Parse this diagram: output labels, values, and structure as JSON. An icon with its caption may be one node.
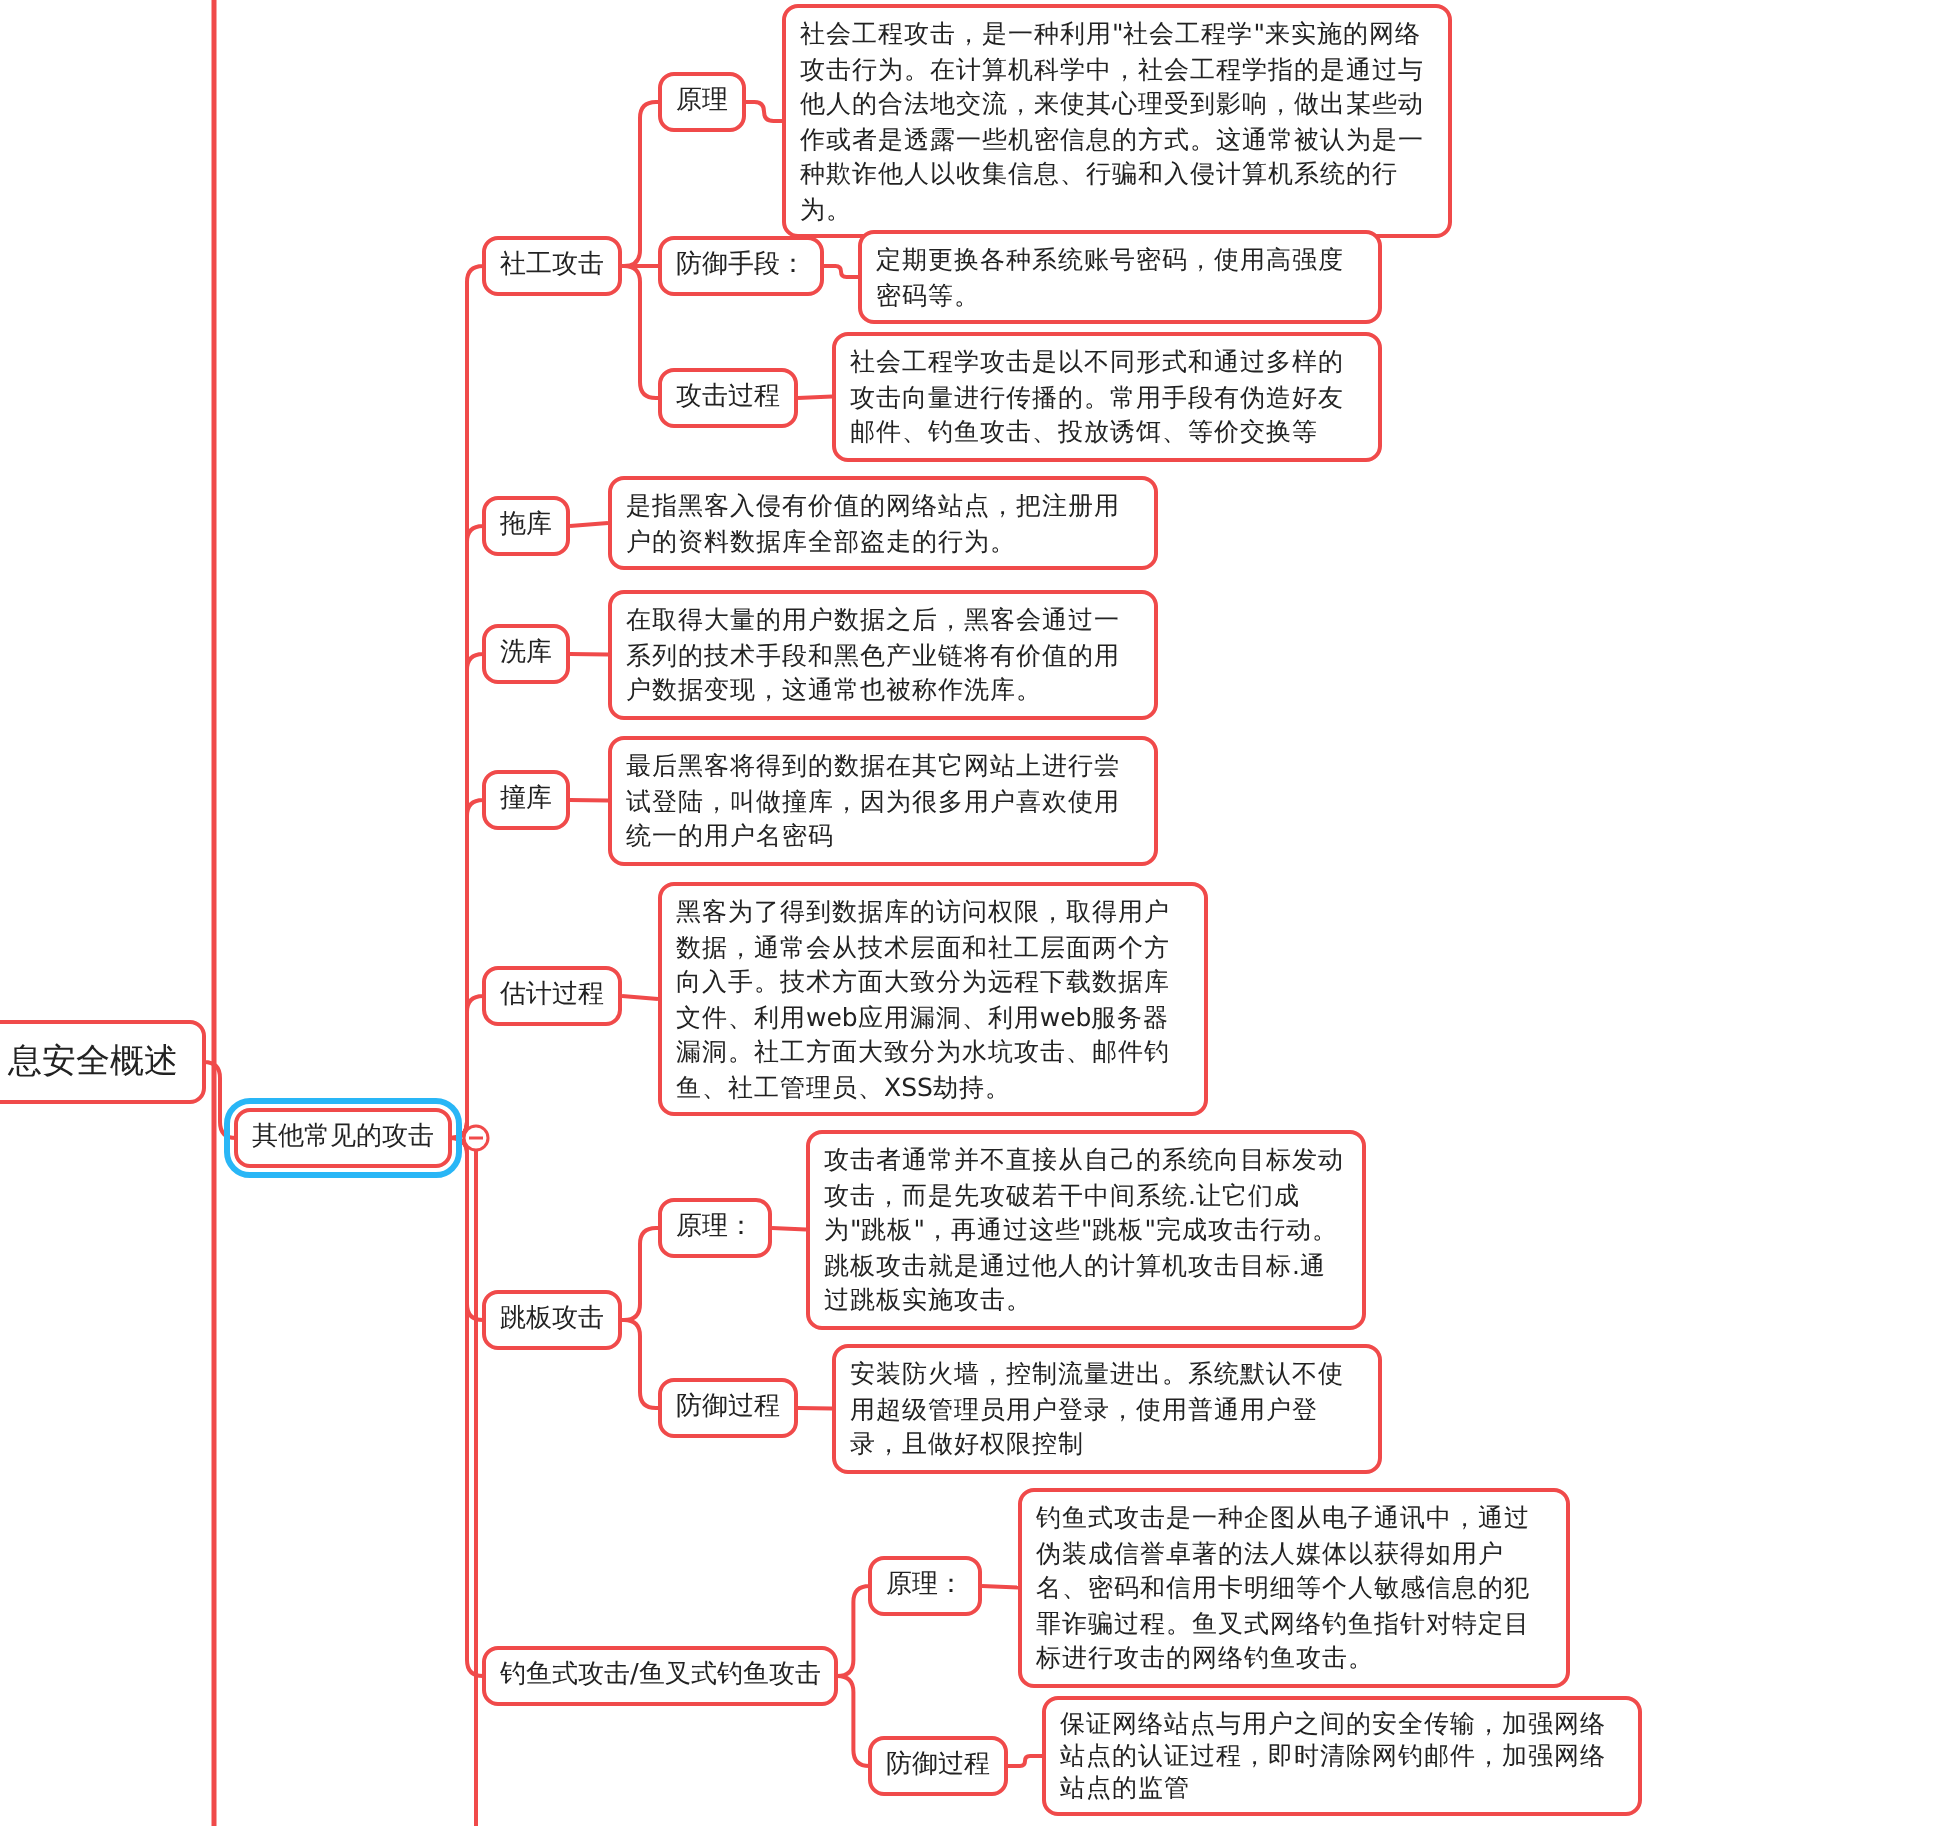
{
  "diagram": {
    "nodes": [
      {
        "text": [
          "息安全概述"
        ]
      },
      {
        "text": [
          "其他常见的攻击"
        ]
      },
      {
        "text": [
          "社工攻击"
        ]
      },
      {
        "text": [
          "原理"
        ]
      },
      {
        "text": [
          "社会工程攻击，是一种利用\"社会工程学\"来实施的网络攻击行为。在计算机科学中，社会工程学指的是通过与他人的合法地交流，来使其心理受到影响，做出某些动作或者是透露一些机密信息的方式。这通常被认为是一种欺诈他人以收集信息、行骗和入侵计算机系统的行为。"
        ]
      },
      {
        "text": [
          "防御手段："
        ]
      },
      {
        "text": [
          "定期更换各种系统账号密码，使用高强度密码等。"
        ]
      },
      {
        "text": [
          "攻击过程"
        ]
      },
      {
        "text": [
          "社会工程学攻击是以不同形式和通过多样的攻击向量进行传播的。常用手段有伪造好友邮件、钓鱼攻击、投放诱饵、等价交换等"
        ]
      },
      {
        "text": [
          "拖库"
        ]
      },
      {
        "text": [
          "是指黑客入侵有价值的网络站点，把注册用户的资料数据库全部盗走的行为。"
        ]
      },
      {
        "text": [
          "洗库"
        ]
      },
      {
        "text": [
          "在取得大量的用户数据之后，黑客会通过一系列的技术手段和黑色产业链将有价值的用户数据变现，这通常也被称作洗库。"
        ]
      },
      {
        "text": [
          "撞库"
        ]
      },
      {
        "text": [
          "最后黑客将得到的数据在其它网站上进行尝试登陆，叫做撞库，因为很多用户喜欢使用统一的用户名密码"
        ]
      },
      {
        "text": [
          "估计过程"
        ]
      },
      {
        "text": [
          "黑客为了得到数据库的访问权限，取得用户数据，通常会从技术层面和社工层面两个方向入手。技术方面大致分为远程下载数据库文件、利用web应用漏洞、利用web服务器漏洞。社工方面大致分为水坑攻击、邮件钓鱼、社工管理员、XSS劫持。"
        ]
      },
      {
        "text": [
          "跳板攻击"
        ]
      },
      {
        "text": [
          "原理："
        ]
      },
      {
        "text": [
          "攻击者通常并不直接从自己的系统向目标发动攻击，而是先攻破若干中间系统.让它们成为\"跳板\"，再通过这些\"跳板\"完成攻击行动。跳板攻击就是通过他人的计算机攻击目标.通过跳板实施攻击。"
        ]
      },
      {
        "text": [
          "防御过程"
        ]
      },
      {
        "text": [
          "安装防火墙，控制流量进出。系统默认不使用超级管理员用户登录，使用普通用户登录，且做好权限控制"
        ]
      },
      {
        "text": [
          "钓鱼式攻击/鱼叉式钓鱼攻击"
        ]
      },
      {
        "text": [
          "原理："
        ]
      },
      {
        "text": [
          "钓鱼式攻击是一种企图从电子通讯中，通过伪装成信誉卓著的法人媒体以获得如用户名、密码和信用卡明细等个人敏感信息的犯罪诈骗过程。鱼叉式网络钓鱼指针对特定目标进行攻击的网络钓鱼攻击。"
        ]
      },
      {
        "text": [
          "防御过程"
        ]
      },
      {
        "text": [
          "保证网络站点与用户之间的安全传输，加强网络站点的认证过程，即时清除网钓邮件，加强网络站点的监管"
        ]
      }
    ],
    "edges": [
      {
        "from": 0,
        "to": 1,
        "arrow": "none"
      },
      {
        "from": 1,
        "to": 2,
        "arrow": "none"
      },
      {
        "from": 2,
        "to": 3,
        "arrow": "none"
      },
      {
        "from": 3,
        "to": 4,
        "arrow": "none"
      },
      {
        "from": 2,
        "to": 5,
        "arrow": "none"
      },
      {
        "from": 5,
        "to": 6,
        "arrow": "none"
      },
      {
        "from": 2,
        "to": 7,
        "arrow": "none"
      },
      {
        "from": 7,
        "to": 8,
        "arrow": "none"
      },
      {
        "from": 1,
        "to": 9,
        "arrow": "none"
      },
      {
        "from": 9,
        "to": 10,
        "arrow": "none"
      },
      {
        "from": 1,
        "to": 11,
        "arrow": "none"
      },
      {
        "from": 11,
        "to": 12,
        "arrow": "none"
      },
      {
        "from": 1,
        "to": 13,
        "arrow": "none"
      },
      {
        "from": 13,
        "to": 14,
        "arrow": "none"
      },
      {
        "from": 1,
        "to": 15,
        "arrow": "none"
      },
      {
        "from": 15,
        "to": 16,
        "arrow": "none"
      },
      {
        "from": 1,
        "to": 17,
        "arrow": "none"
      },
      {
        "from": 17,
        "to": 18,
        "arrow": "none"
      },
      {
        "from": 18,
        "to": 19,
        "arrow": "none"
      },
      {
        "from": 17,
        "to": 20,
        "arrow": "none"
      },
      {
        "from": 20,
        "to": 21,
        "arrow": "none"
      },
      {
        "from": 1,
        "to": 22,
        "arrow": "none"
      },
      {
        "from": 22,
        "to": 23,
        "arrow": "none"
      },
      {
        "from": 23,
        "to": 24,
        "arrow": "none"
      },
      {
        "from": 22,
        "to": 25,
        "arrow": "none"
      },
      {
        "from": 25,
        "to": 26,
        "arrow": "none"
      }
    ]
  }
}
